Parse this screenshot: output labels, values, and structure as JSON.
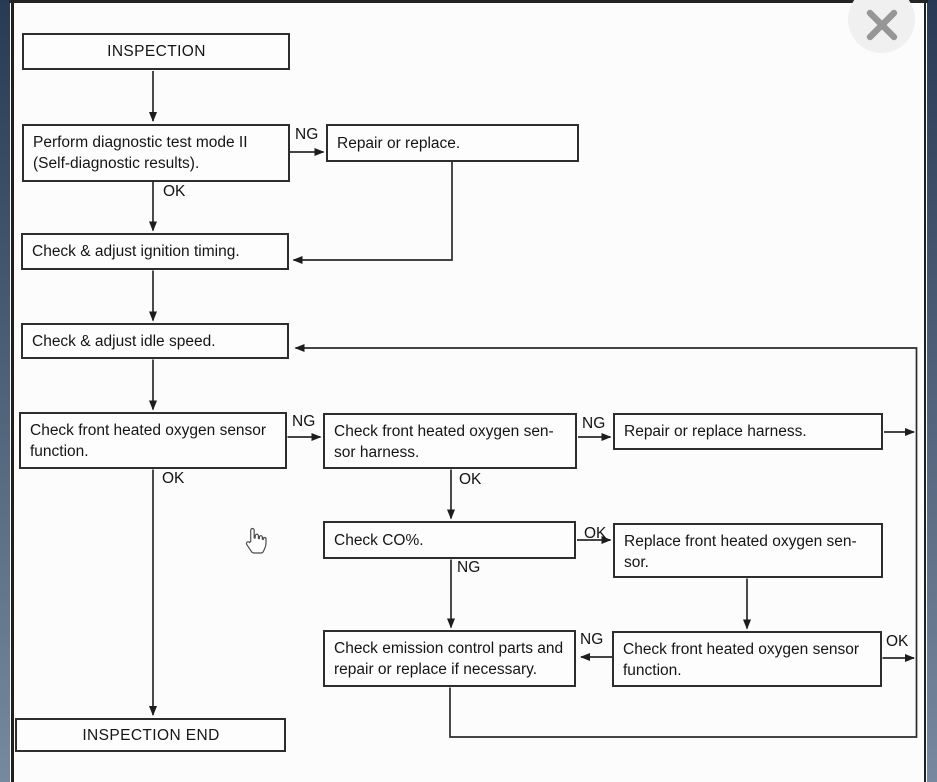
{
  "window": {
    "close_icon": "✕"
  },
  "cursor": {
    "icon": "hand-pointer"
  },
  "flowchart": {
    "boxes": {
      "inspection": "INSPECTION",
      "perform_diagnostic": "Perform diagnostic test mode II\n(Self-diagnostic results).",
      "repair_or_replace": "Repair or replace.",
      "ignition_timing": "Check & adjust ignition timing.",
      "idle_speed": "Check & adjust idle speed.",
      "o2_sensor_function": "Check front heated oxygen sensor\nfunction.",
      "o2_sensor_harness": "Check front heated oxygen sen-\nsor harness.",
      "repair_harness": "Repair or replace harness.",
      "check_co": "Check CO%.",
      "replace_o2_sensor": "Replace front heated oxygen sen-\nsor.",
      "emission_parts": "Check emission control parts and\nrepair or replace if necessary.",
      "o2_sensor_function_2": "Check front heated oxygen sensor\nfunction.",
      "inspection_end": "INSPECTION END"
    },
    "labels": {
      "ng1": "NG",
      "ok1": "OK",
      "ng2": "NG",
      "ok2": "OK",
      "ng3": "NG",
      "ok3": "OK",
      "ok4": "OK",
      "ng4": "NG",
      "ng5": "NG",
      "ok5": "OK"
    }
  }
}
